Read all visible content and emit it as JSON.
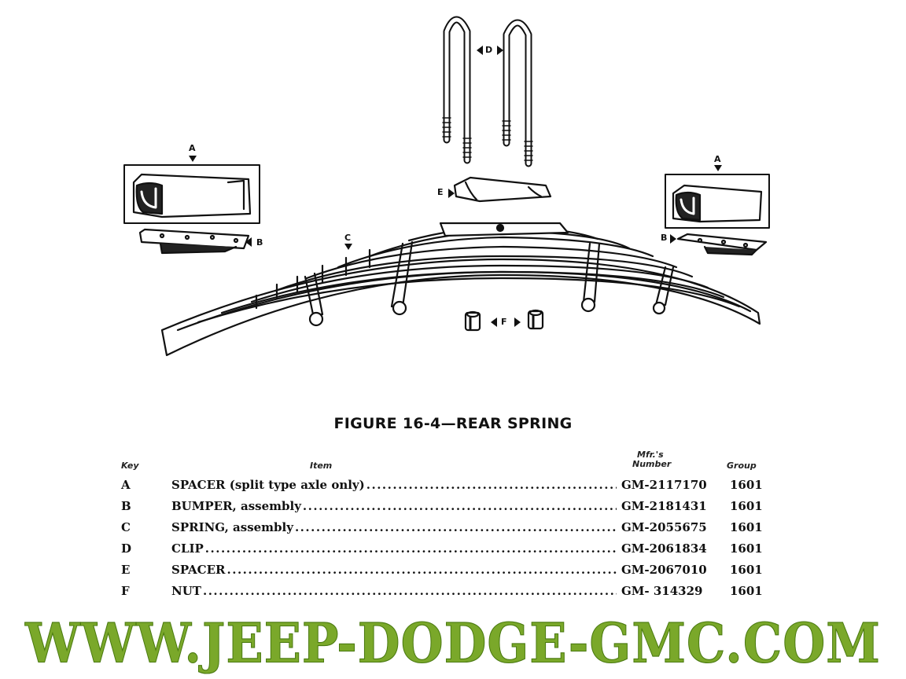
{
  "figure": {
    "title": "FIGURE 16-4—REAR SPRING",
    "callouts": {
      "a_left": "A",
      "a_right": "A",
      "b_left": "B",
      "b_right": "B",
      "c": "C",
      "d": "D",
      "e": "E",
      "f": "F"
    }
  },
  "table": {
    "headers": {
      "key": "Key",
      "item": "Item",
      "mfr_line1": "Mfr.'s",
      "mfr_line2": "Number",
      "group": "Group"
    },
    "rows": [
      {
        "key": "A",
        "item": "SPACER (split type axle only)",
        "mfr": "GM-2117170",
        "group": "1601"
      },
      {
        "key": "B",
        "item": "BUMPER, assembly",
        "mfr": "GM-2181431",
        "group": "1601"
      },
      {
        "key": "C",
        "item": "SPRING, assembly",
        "mfr": "GM-2055675",
        "group": "1601"
      },
      {
        "key": "D",
        "item": "CLIP",
        "mfr": "GM-2061834",
        "group": "1601"
      },
      {
        "key": "E",
        "item": "SPACER",
        "mfr": "GM-2067010",
        "group": "1601"
      },
      {
        "key": "F",
        "item": "NUT",
        "mfr": "GM- 314329",
        "group": "1601"
      }
    ]
  },
  "watermark": "WWW.JEEP-DODGE-GMC.COM"
}
